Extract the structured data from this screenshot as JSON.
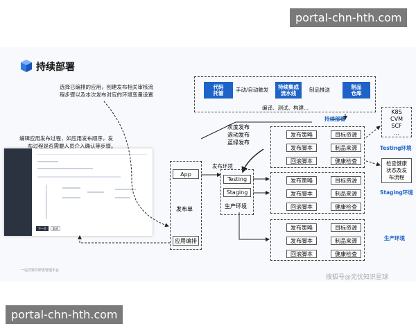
{
  "watermarks": {
    "top": "portal-chn-hth.com",
    "bottom": "portal-chn-hth.com"
  },
  "title": "持续部署",
  "notes": {
    "top_line1": "选择已编排的应用，创建发布相关审核流",
    "top_line2": "程步骤以及本次发布对应的环境变量设置",
    "left_line1": "编辑应用发布过程，如应用发布顺序，发",
    "left_line2": "布过程是否需要人员介入确认等步骤。"
  },
  "pipeline": {
    "code": "代码\n托管",
    "trigger": "手动/自动触发",
    "ci": "持续集成\n流水线",
    "push": "制品推送",
    "artifact": "制品\n仓库",
    "build": "编译、测试、构建...",
    "cd_label": "持续部署"
  },
  "app_panel": {
    "app": "App",
    "release_form": "发布单",
    "orchestration": "应用编排"
  },
  "gray": {
    "l1": "灰度发布",
    "l2": "滚动发布",
    "l3": "蓝绿发布"
  },
  "env_title": "发布环境",
  "envs": [
    "Testing",
    "Staging",
    "生产环境"
  ],
  "env_cells": [
    "发布策略",
    "目标资源",
    "发布脚本",
    "制品来源",
    "回滚脚本",
    "健康检查"
  ],
  "env_labels": [
    "Testing环境",
    "Staging环境",
    "生产环境"
  ],
  "targets": {
    "k8s": "K8S",
    "cvm": "CVM",
    "scf": "SCF",
    "more": "..."
  },
  "health_box": {
    "l1": "检查健康",
    "l2": "状态及发",
    "l3": "布流程"
  },
  "screenshot": {
    "btn1": "下一步",
    "btn2": "取消"
  },
  "footer": "一站式软件研发管理平台",
  "sohu": "搜狐号@无忧知识星球"
}
